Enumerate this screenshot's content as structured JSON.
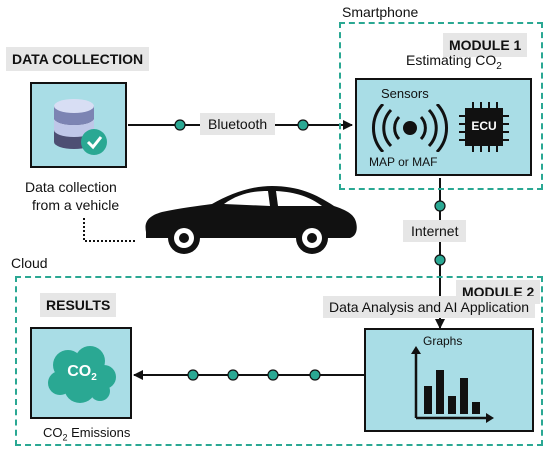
{
  "colors": {
    "panel": "#a9dde6",
    "dashed_region": "#2aa893",
    "node": "#2aa893",
    "label_bg": "#e6e6e6"
  },
  "data_collection": {
    "heading": "DATA COLLECTION",
    "caption_line1": "Data collection",
    "caption_line2": "from a vehicle",
    "icon": "database-check-icon"
  },
  "link_bluetooth": {
    "label": "Bluetooth"
  },
  "smartphone": {
    "region_label": "Smartphone",
    "module_title": "MODULE 1",
    "module_subtitle": "Estimating CO",
    "module_subtitle_sub": "2",
    "sensors_label": "Sensors",
    "sensor_type": "MAP or MAF",
    "ecu_label": "ECU"
  },
  "link_internet": {
    "label": "Internet"
  },
  "cloud": {
    "region_label": "Cloud",
    "module_title": "MODULE 2",
    "module_subtitle": "Data Analysis and AI Application",
    "graphs_label": "Graphs",
    "results_heading": "RESULTS",
    "cloud_text": "CO",
    "cloud_text_sub": "2",
    "emissions_prefix": "CO",
    "emissions_sub": "2",
    "emissions_suffix": " Emissions"
  },
  "vehicle": {
    "icon": "car-icon"
  }
}
